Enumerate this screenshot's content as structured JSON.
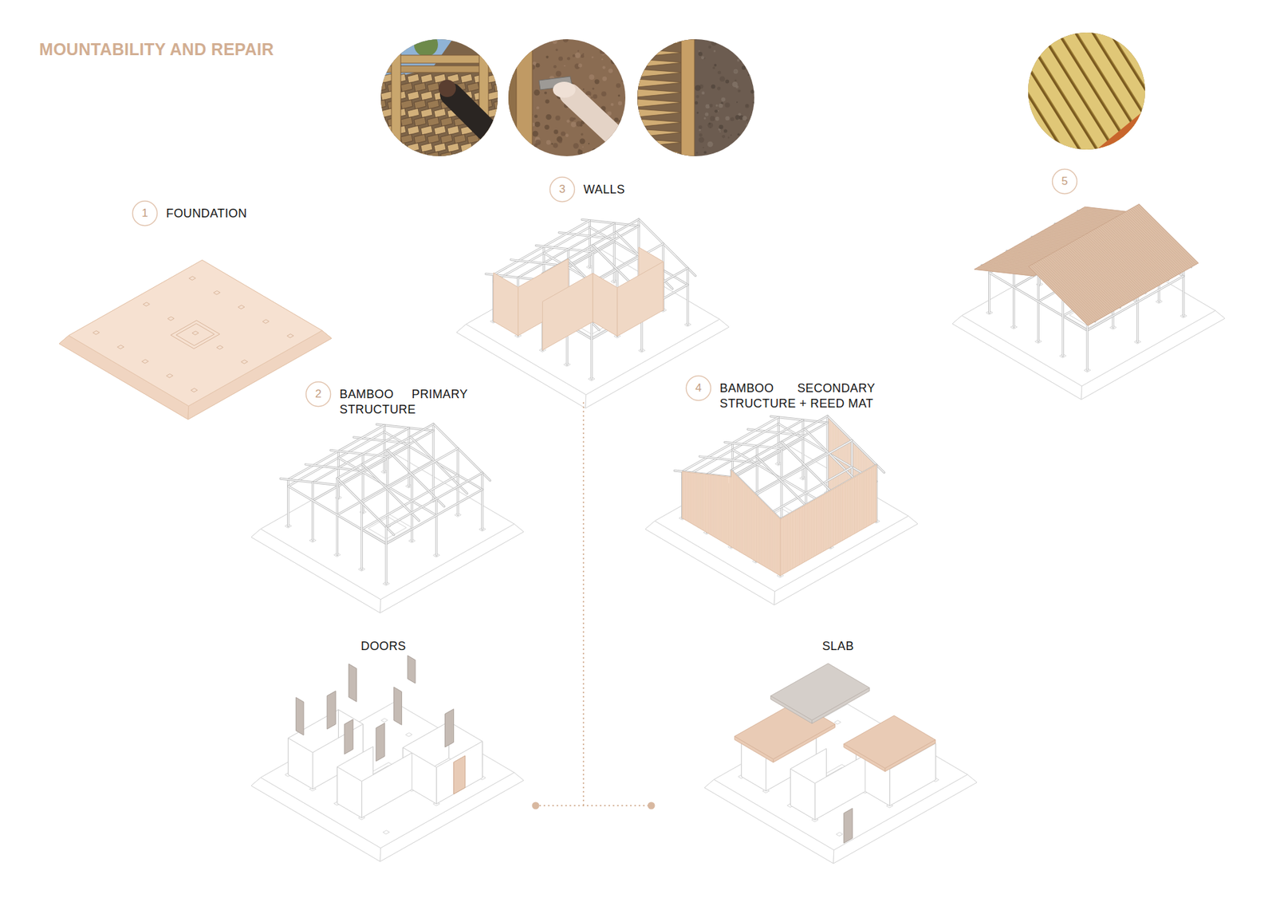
{
  "diagram": {
    "title": "MOUNTABILITY AND REPAIR",
    "nodes": [
      {
        "text": [
          "1",
          "FOUNDATION"
        ]
      },
      {
        "text": [
          "2",
          "BAMBOO PRIMARY STRUCTURE"
        ]
      },
      {
        "text": [
          "3",
          "WALLS"
        ]
      },
      {
        "text": [
          "4",
          "BAMBOO SECONDARY STRUCTURE + REED MAT"
        ]
      },
      {
        "text": [
          "5"
        ]
      }
    ],
    "labels": [
      "DOORS",
      "SLAB"
    ]
  }
}
